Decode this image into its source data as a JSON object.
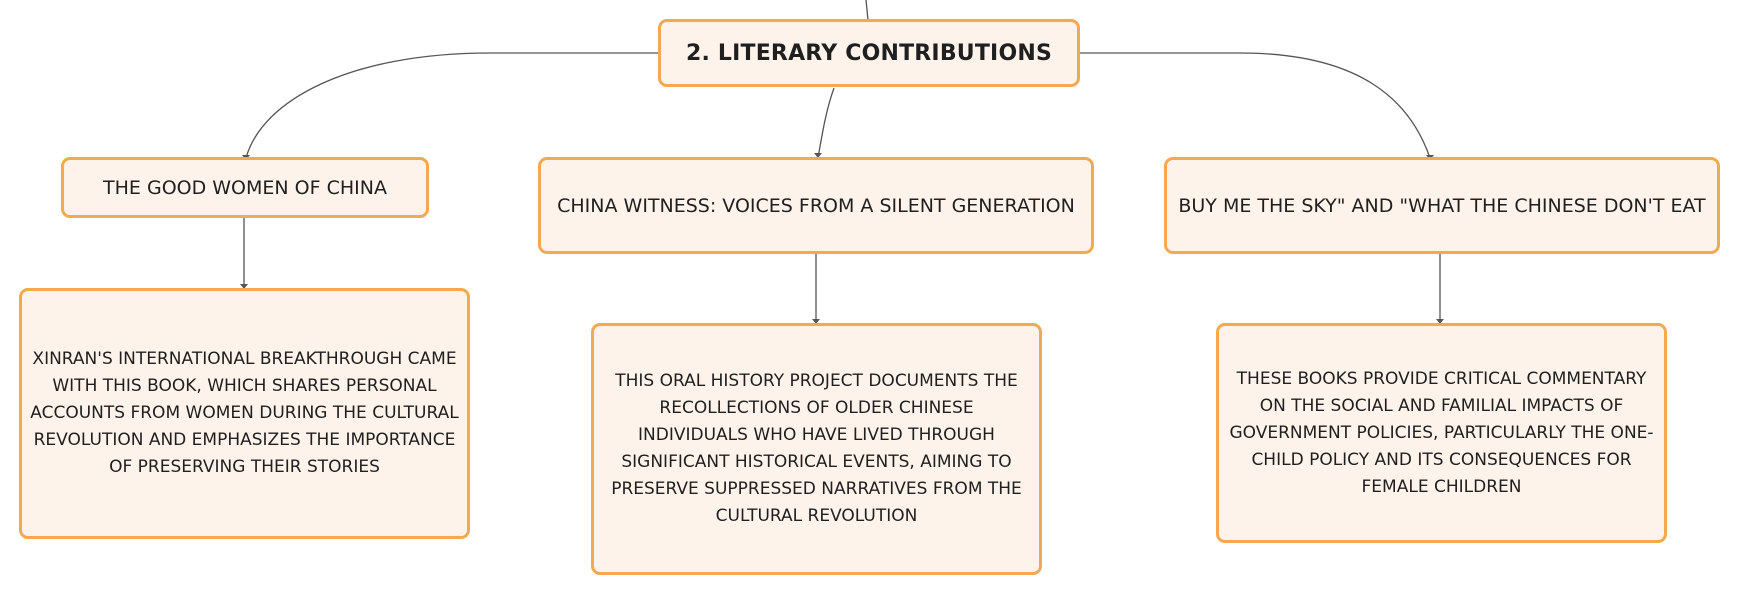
{
  "diagram": {
    "root": {
      "label": "2. LITERARY CONTRIBUTIONS"
    },
    "branches": [
      {
        "title": "THE GOOD WOMEN OF CHINA",
        "detail": "XINRAN'S INTERNATIONAL BREAKTHROUGH CAME WITH THIS BOOK, WHICH SHARES PERSONAL ACCOUNTS FROM WOMEN DURING THE CULTURAL REVOLUTION AND EMPHASIZES THE IMPORTANCE OF PRESERVING THEIR STORIES"
      },
      {
        "title": "CHINA WITNESS: VOICES FROM A SILENT GENERATION",
        "detail": "THIS ORAL HISTORY PROJECT DOCUMENTS THE RECOLLECTIONS OF OLDER CHINESE INDIVIDUALS WHO HAVE LIVED THROUGH SIGNIFICANT HISTORICAL EVENTS, AIMING TO PRESERVE SUPPRESSED NARRATIVES FROM THE CULTURAL REVOLUTION"
      },
      {
        "title": "BUY ME THE SKY\" AND \"WHAT THE CHINESE DON'T EAT",
        "detail": "THESE BOOKS PROVIDE CRITICAL COMMENTARY ON THE SOCIAL AND FAMILIAL IMPACTS OF GOVERNMENT POLICIES, PARTICULARLY THE ONE-CHILD POLICY AND ITS CONSEQUENCES FOR FEMALE CHILDREN"
      }
    ]
  },
  "colors": {
    "node_fill": "#fdf3ea",
    "node_border": "#f4a950",
    "connector": "#555555",
    "text": "#1f1f1f"
  }
}
